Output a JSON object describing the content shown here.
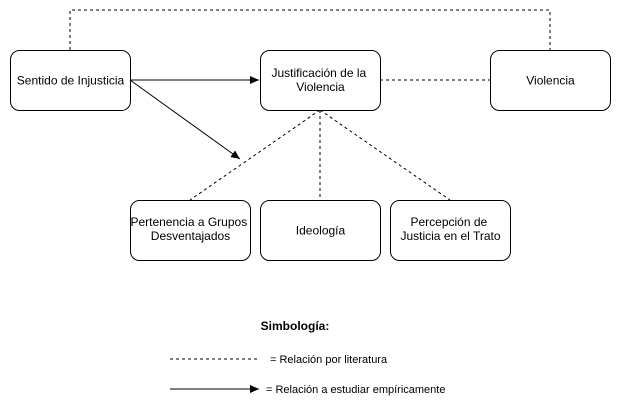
{
  "nodes": {
    "sentido": {
      "label": "Sentido de Injusticia"
    },
    "justificacion": {
      "lines": [
        "Justificación de la",
        "Violencia"
      ]
    },
    "violencia": {
      "label": "Violencia"
    },
    "pertenencia": {
      "lines": [
        "Pertenencia a Grupos",
        "Desventajados"
      ]
    },
    "ideologia": {
      "label": "Ideología"
    },
    "percepcion": {
      "lines": [
        "Percepción de",
        "Justicia en el Trato"
      ]
    }
  },
  "legend": {
    "title": "Simbología:",
    "dashed_label": "= Relación por literatura",
    "solid_label": "= Relación a estudiar empíricamente"
  }
}
